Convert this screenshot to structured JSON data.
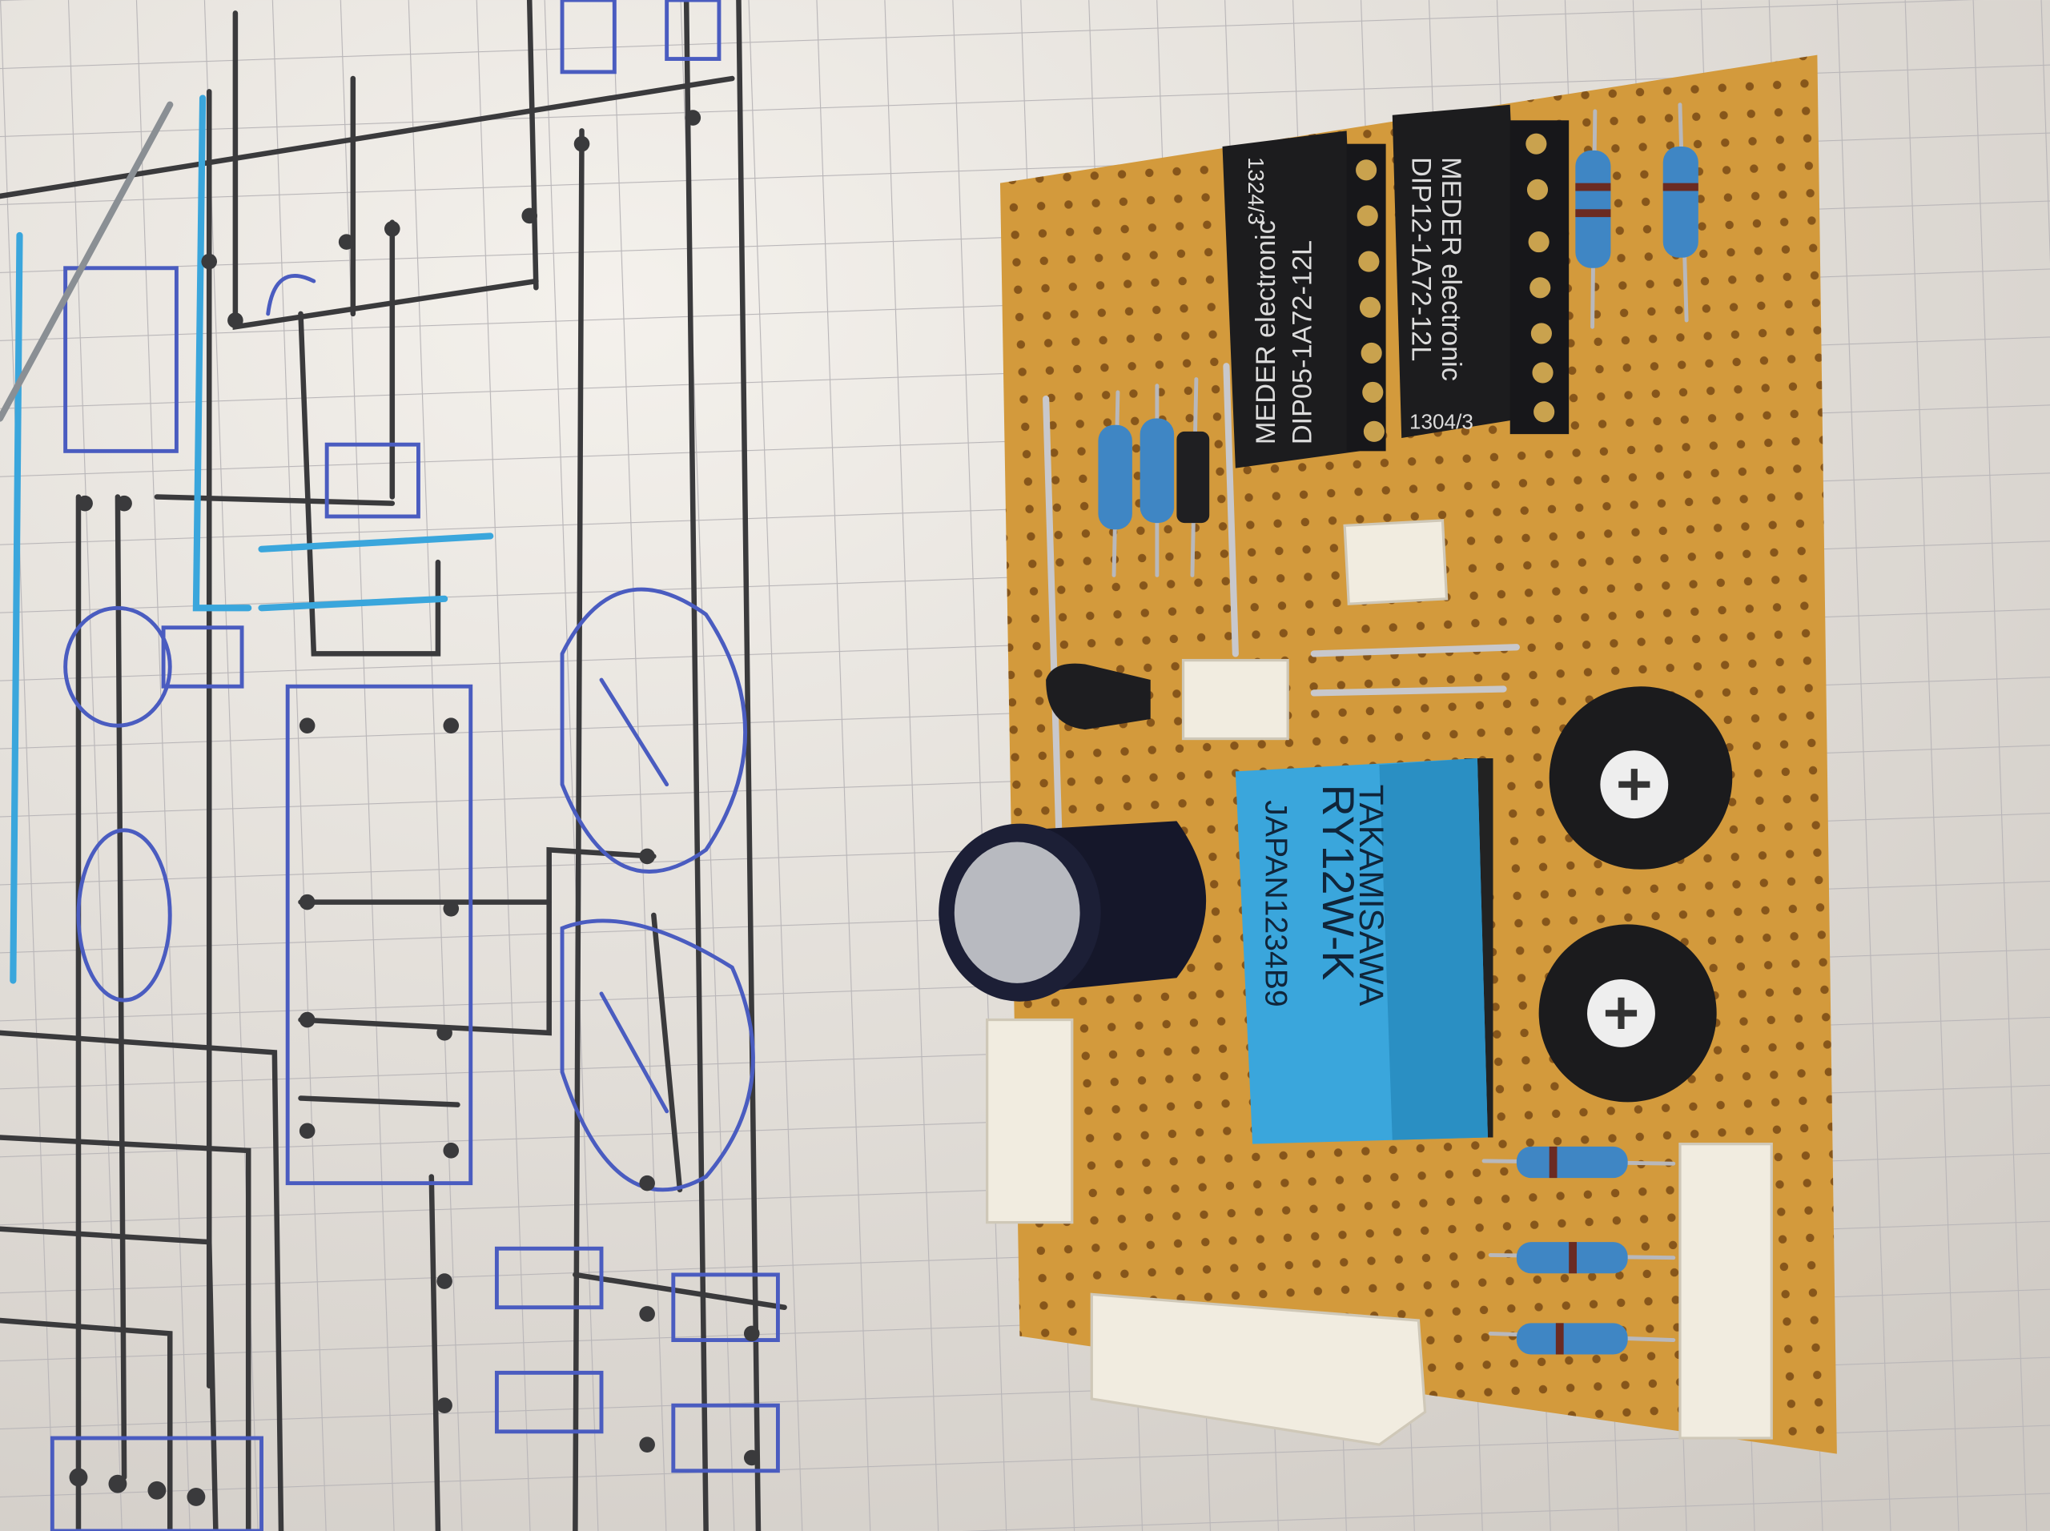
{
  "photo": {
    "colors": {
      "paper": "#e9e5e0",
      "grid": "#b9b6b8",
      "board": "#d39a3c",
      "relay_black": "#1c1c1e",
      "relay_blue": "#3aa6dc",
      "ink_blue": "#4a5cc0",
      "ink_black": "#3a3a3c",
      "connector": "#f1ece0"
    }
  },
  "components": {
    "reed_relay_1": {
      "brand": "MEDER electronic",
      "model": "DIP05-1A72-12L",
      "code": "1324/3"
    },
    "reed_relay_2": {
      "brand": "MEDER electronic",
      "model": "DIP12-1A72-12L",
      "code": "1304/3"
    },
    "signal_relay": {
      "brand": "TAKAMISAWA",
      "model": "RY12W-K",
      "origin": "JAPAN1234B9"
    }
  }
}
